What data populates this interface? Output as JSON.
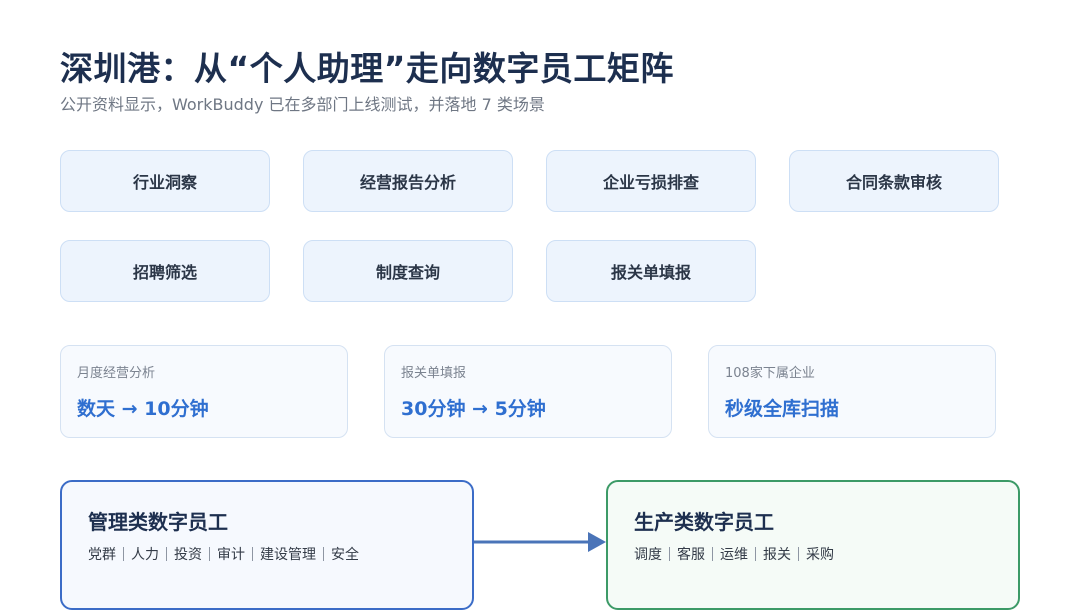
{
  "title": "深圳港：从“个人助理”走向数字员工矩阵",
  "subtitle": "公开资料显示，WorkBuddy 已在多部门上线测试，并落地 7 类场景",
  "scenes": [
    "行业洞察",
    "经营报告分析",
    "企业亏损排查",
    "合同条款审核",
    "招聘筛选",
    "制度查询",
    "报关单填报"
  ],
  "stats": [
    {
      "label": "月度经营分析",
      "value": "数天 → 10分钟"
    },
    {
      "label": "报关单填报",
      "value": "30分钟 → 5分钟"
    },
    {
      "label": "108家下属企业",
      "value": "秒级全库扫描"
    }
  ],
  "groups": {
    "management": {
      "title": "管理类数字员工",
      "items": [
        "党群",
        "人力",
        "投资",
        "审计",
        "建设管理",
        "安全"
      ]
    },
    "production": {
      "title": "生产类数字员工",
      "items": [
        "调度",
        "客服",
        "运维",
        "报关",
        "采购"
      ]
    }
  },
  "colors": {
    "accent": "#2f6fd0",
    "management_border": "#3b6cc7",
    "production_border": "#3c9a67",
    "arrow": "#4a74b8"
  },
  "icons": {
    "flow": "arrow-right-icon"
  }
}
